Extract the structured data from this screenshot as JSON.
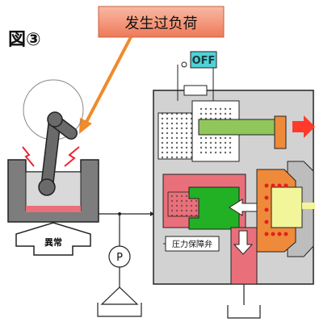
{
  "figure": {
    "label": "図③"
  },
  "callout": {
    "text": "发生过负荷",
    "bg_color": "#f08a6a",
    "arrow_color": "#f08a2a"
  },
  "indicator": {
    "text": "OFF",
    "bg_color": "#4fd2d8"
  },
  "lever": {
    "label": "異常"
  },
  "gauge": {
    "label": "P"
  },
  "valve": {
    "label": "圧力保障弁"
  },
  "colors": {
    "body": "#d2d2d2",
    "outline": "#222222",
    "lever": "#6a6a6a",
    "pink": "#e9707a",
    "green": "#22b024",
    "light_green": "#8fc75a",
    "orange": "#ee8a3a",
    "yellow": "#f3f59a",
    "red_arrow": "#ff3a2a"
  }
}
